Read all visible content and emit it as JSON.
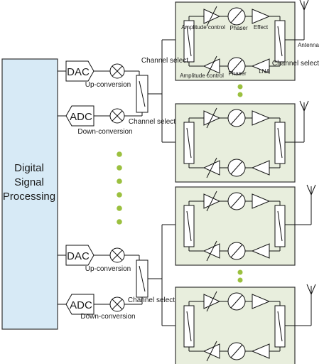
{
  "dsp": {
    "line1": "Digital",
    "line2": "Signal",
    "line3": "Processing"
  },
  "colors": {
    "dsp_fill": "#d7eaf6",
    "module_fill": "#e8eedd",
    "dot": "#9bc03f"
  },
  "chains": [
    {
      "dac": "DAC",
      "up": "Up-conversion",
      "adc": "ADC",
      "down": "Down-conversion",
      "select": "Channel select"
    },
    {
      "dac": "DAC",
      "up": "Up-conversion",
      "adc": "ADC",
      "down": "Down-conversion",
      "select": "Channel select"
    }
  ],
  "module_labels": {
    "amp_top": "Amplitude control",
    "phaser_top": "Phaser",
    "effect": "Effect",
    "select_left": "Channel select",
    "amp_bottom": "Amplitude control",
    "phaser_bottom": "Phaser",
    "lna": "LNA",
    "antenna": "Antenna",
    "select_right": "Channel select"
  }
}
